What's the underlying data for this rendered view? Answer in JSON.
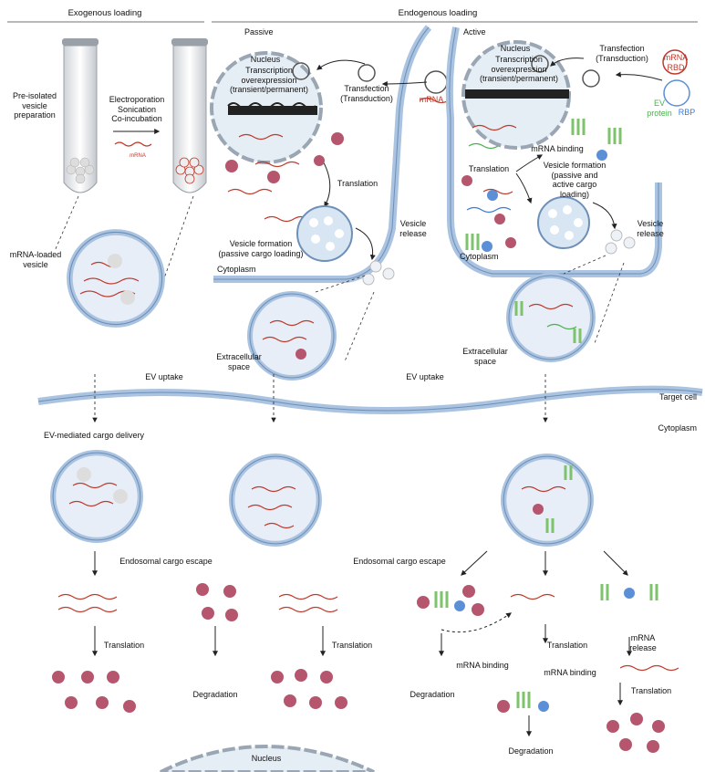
{
  "headers": {
    "exogenous": "Exogenous loading",
    "endogenous": "Endogenous loading",
    "passive": "Passive",
    "active": "Active"
  },
  "exogenous": {
    "pre_isolated": "Pre-isolated\nvesicle\npreparation",
    "methods": "Electroporation\nSonication\nCo-incubation",
    "mrna_small": "mRNA",
    "mrna_loaded": "mRNA-loaded\nvesicle"
  },
  "passive": {
    "nucleus": "Nucleus",
    "transcription": "Transcription\noverexpression\n(transient/permanent)",
    "transfection": "Transfection\n(Transduction)",
    "mrna": "mRNA",
    "translation": "Translation",
    "vesicle_formation": "Vesicle formation\n(passive cargo loading)",
    "vesicle_release": "Vesicle\nrelease",
    "cytoplasm": "Cytoplasm",
    "extracellular": "Extracellular\nspace"
  },
  "active": {
    "nucleus": "Nucleus",
    "transcription": "Transcription\noverexpression\n(transient/permanent)",
    "transfection": "Transfection\n(Transduction)",
    "mrna_rbd": "mRNA\nRBD",
    "ev_protein": "EV\nprotein",
    "rbp": "RBP",
    "mrna_binding": "mRNA binding",
    "translation": "Translation",
    "vesicle_formation": "Vesicle formation\n(passive and\nactive cargo\nloading)",
    "vesicle_release": "Vesicle\nrelease",
    "cytoplasm": "Cytoplasm",
    "extracellular": "Extracellular\nspace"
  },
  "uptake": {
    "ev_uptake_left": "EV uptake",
    "ev_uptake_right": "EV uptake",
    "target_cell": "Target cell",
    "cytoplasm": "Cytoplasm",
    "cargo_delivery": "EV-mediated cargo delivery"
  },
  "bottom": {
    "endosomal_left": "Endosomal cargo escape",
    "endosomal_right": "Endosomal cargo escape",
    "translation_1": "Translation",
    "degradation_1": "Degradation",
    "translation_2": "Translation",
    "mrna_binding_1": "mRNA binding",
    "degradation_2": "Degradation",
    "translation_3": "Translation",
    "mrna_binding_2": "mRNA binding",
    "degradation_3": "Degradation",
    "mrna_release": "mRNA\nrelease",
    "translation_4": "Translation",
    "nucleus": "Nucleus"
  },
  "colors": {
    "membrane": "#a9c3e0",
    "membrane_dark": "#6e8fb8",
    "mrna": "#c0392b",
    "protein": "#b5566e",
    "ev_protein": "#7cc36b",
    "rbp": "#5b8fd6",
    "vesicle_fill": "#e6eef8"
  }
}
